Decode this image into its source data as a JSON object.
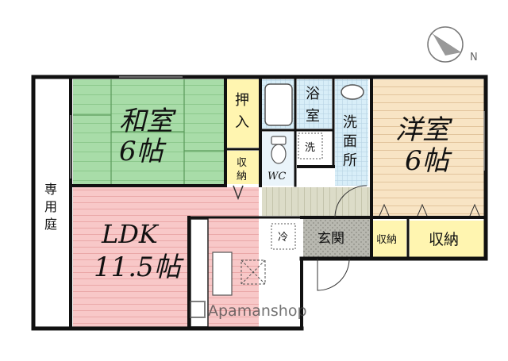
{
  "compass": {
    "north_label": "N"
  },
  "rooms": {
    "washitsu_name": "和室",
    "washitsu_size": "6帖",
    "yoshitsu_name": "洋室",
    "yoshitsu_size": "6帖",
    "ldk_name": "LDK",
    "ldk_size": "11.5帖",
    "oshiire_1": "押",
    "oshiire_2": "入",
    "shuno_1": "収",
    "shuno_2": "納",
    "yokushitsu_1": "浴",
    "yokushitsu_2": "室",
    "senmenjo_1": "洗",
    "senmenjo_2": "面",
    "senmenjo_3": "所",
    "wc": "WC",
    "sentakuki": "洗",
    "reizoko": "冷",
    "genkan": "玄関",
    "shuno_small": "収納",
    "shuno_large": "収納",
    "senyoniwa_1": "専",
    "senyoniwa_2": "用",
    "senyoniwa_3": "庭"
  },
  "watermark": "Apamanshop",
  "colors": {
    "washitsu": "#a8dca8",
    "yoshitsu": "#f8e4c4",
    "ldk": "#f8c8c8",
    "oshiire": "#fff5b0",
    "bath": "#d8eef8",
    "genkan": "#b8b8b0",
    "hall": "#dcdcc8",
    "wall": "#111111"
  }
}
